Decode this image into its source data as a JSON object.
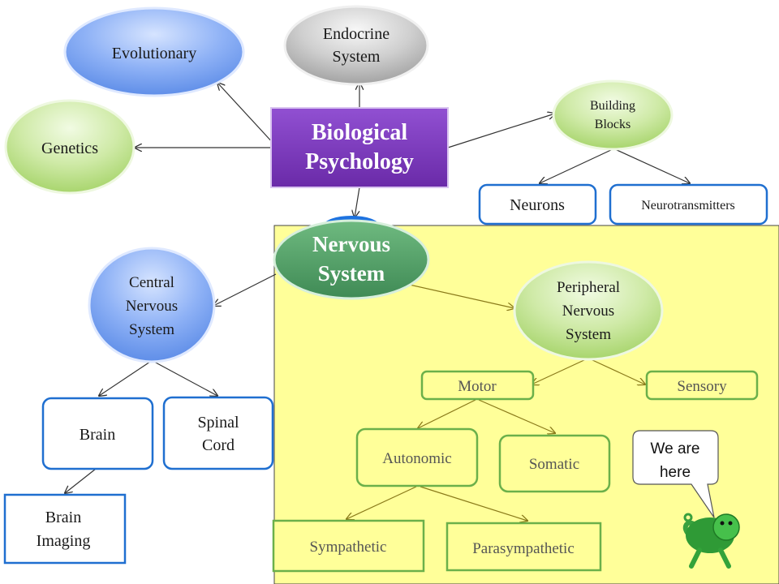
{
  "colors": {
    "highlight_region": "#ffff99",
    "blue_node": "#7aa3f0",
    "green_node": "#bfe08a",
    "purple_node": "#7b35b8",
    "green_teal_node": "#4f9c63",
    "gray_node": "#b9b9b9",
    "box_blue_border": "#1f6fd0",
    "box_green_border": "#6bb04a",
    "arrow_dark": "#333333",
    "arrow_olive": "#8a7a1a"
  },
  "nodes": {
    "biological_psychology": "Biological Psychology",
    "evolutionary": "Evolutionary",
    "endocrine_system": "Endocrine System",
    "genetics": "Genetics",
    "building_blocks": "Building Blocks",
    "neurons": "Neurons",
    "neurotransmitters": "Neurotransmitters",
    "nervous_system": "Nervous System",
    "central_nervous_system": "Central Nervous System",
    "brain": "Brain",
    "spinal_cord": "Spinal Cord",
    "brain_imaging": "Brain Imaging",
    "peripheral_nervous_system": "Peripheral Nervous System",
    "motor": "Motor",
    "sensory": "Sensory",
    "autonomic": "Autonomic",
    "somatic": "Somatic",
    "sympathetic": "Sympathetic",
    "parasympathetic": "Parasympathetic"
  },
  "callout": {
    "text": "We are here",
    "mascot_icon": "turtle-mascot-icon"
  }
}
